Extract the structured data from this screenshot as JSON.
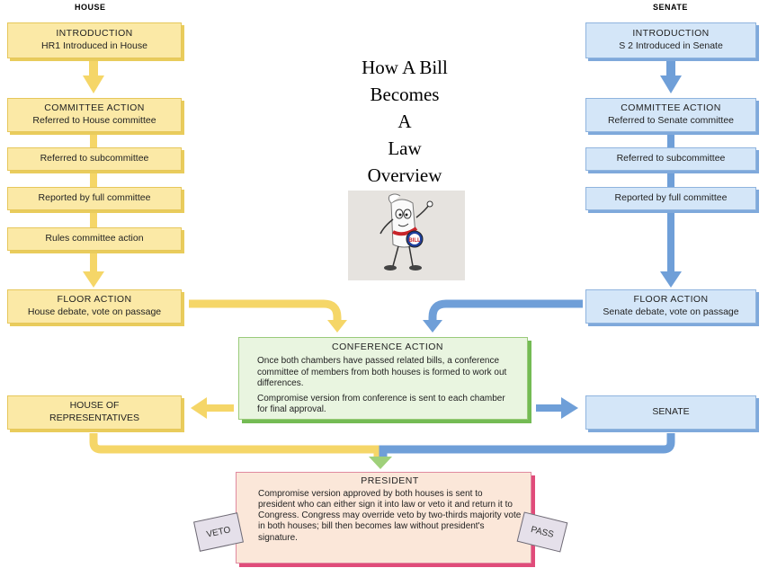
{
  "house": {
    "header": "HOUSE",
    "introduction": {
      "title": "INTRODUCTION",
      "text": "HR1 Introduced in House"
    },
    "committee": {
      "title": "COMMITTEE ACTION",
      "text": "Referred to House committee"
    },
    "subcommittee": "Referred to subcommittee",
    "reported": "Reported by full committee",
    "rules": "Rules committee action",
    "floor": {
      "title": "FLOOR  ACTION",
      "text": "House debate, vote on passage"
    },
    "chamber_line1": "HOUSE OF",
    "chamber_line2": "REPRESENTATIVES"
  },
  "senate": {
    "header": "SENATE",
    "introduction": {
      "title": "INTRODUCTION",
      "text": "S 2 Introduced in Senate"
    },
    "committee": {
      "title": "COMMITTEE ACTION",
      "text": "Referred to Senate committee"
    },
    "subcommittee": "Referred to subcommittee",
    "reported": "Reported by full committee",
    "floor": {
      "title": "FLOOR  ACTION",
      "text": "Senate debate, vote on passage"
    },
    "chamber": "SENATE"
  },
  "title_lines": [
    "How A Bill",
    "Becomes",
    "A",
    "Law",
    "Overview"
  ],
  "mascot": {
    "label": "BILL"
  },
  "conference": {
    "title": "CONFERENCE ACTION",
    "text1": "Once both chambers have passed related bills, a conference committee of members from both houses is formed to work out differences.",
    "text2": "Compromise version from conference is sent to each chamber for final approval."
  },
  "president": {
    "title": "PRESIDENT",
    "text": "Compromise version approved by both houses is sent to president who can either sign it into law or veto it and return it to Congress. Congress may override veto by two-thirds majority vote in both houses; bill then becomes law without president's signature."
  },
  "stamps": {
    "veto": "VETO",
    "pass": "PASS"
  },
  "colors": {
    "house_fill": "#fbe9a6",
    "house_arrow": "#f5d668",
    "senate_fill": "#d4e6f8",
    "senate_arrow": "#6f9fd8",
    "conference_fill": "#e9f5e0",
    "conference_arrow": "#9fd07a",
    "president_fill": "#fbe7d9"
  }
}
